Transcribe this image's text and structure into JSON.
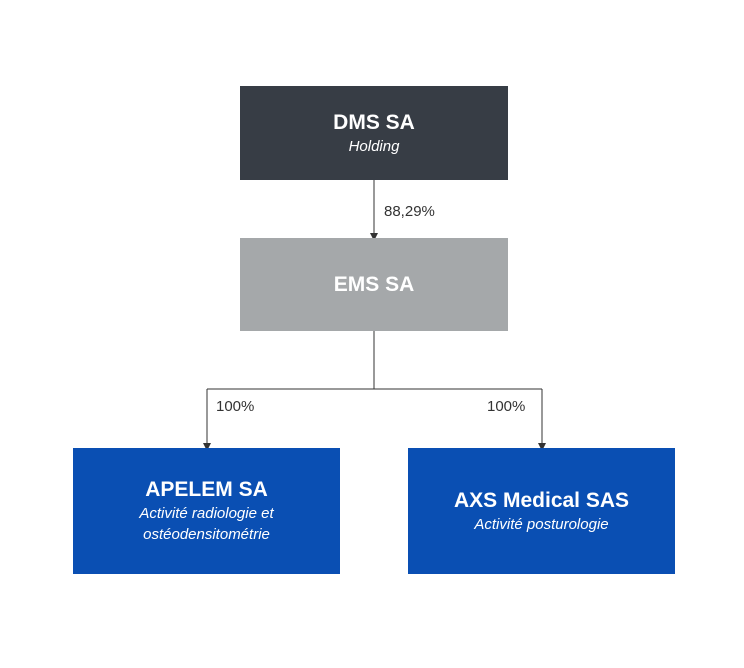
{
  "nodes": {
    "dms": {
      "title": "DMS SA",
      "subtitle": "Holding"
    },
    "ems": {
      "title": "EMS SA"
    },
    "apelem": {
      "title": "APELEM SA",
      "subtitle_line1": "Activité radiologie et",
      "subtitle_line2": "ostéodensitométrie"
    },
    "axs": {
      "title": "AXS Medical SAS",
      "subtitle": "Activité posturologie"
    }
  },
  "edges": {
    "dms_ems": "88,29%",
    "ems_apelem": "100%",
    "ems_axs": "100%"
  },
  "colors": {
    "holding": "#373d45",
    "intermediate": "#a5a8aa",
    "subsidiary": "#0a4fb3",
    "connector": "#333333"
  }
}
